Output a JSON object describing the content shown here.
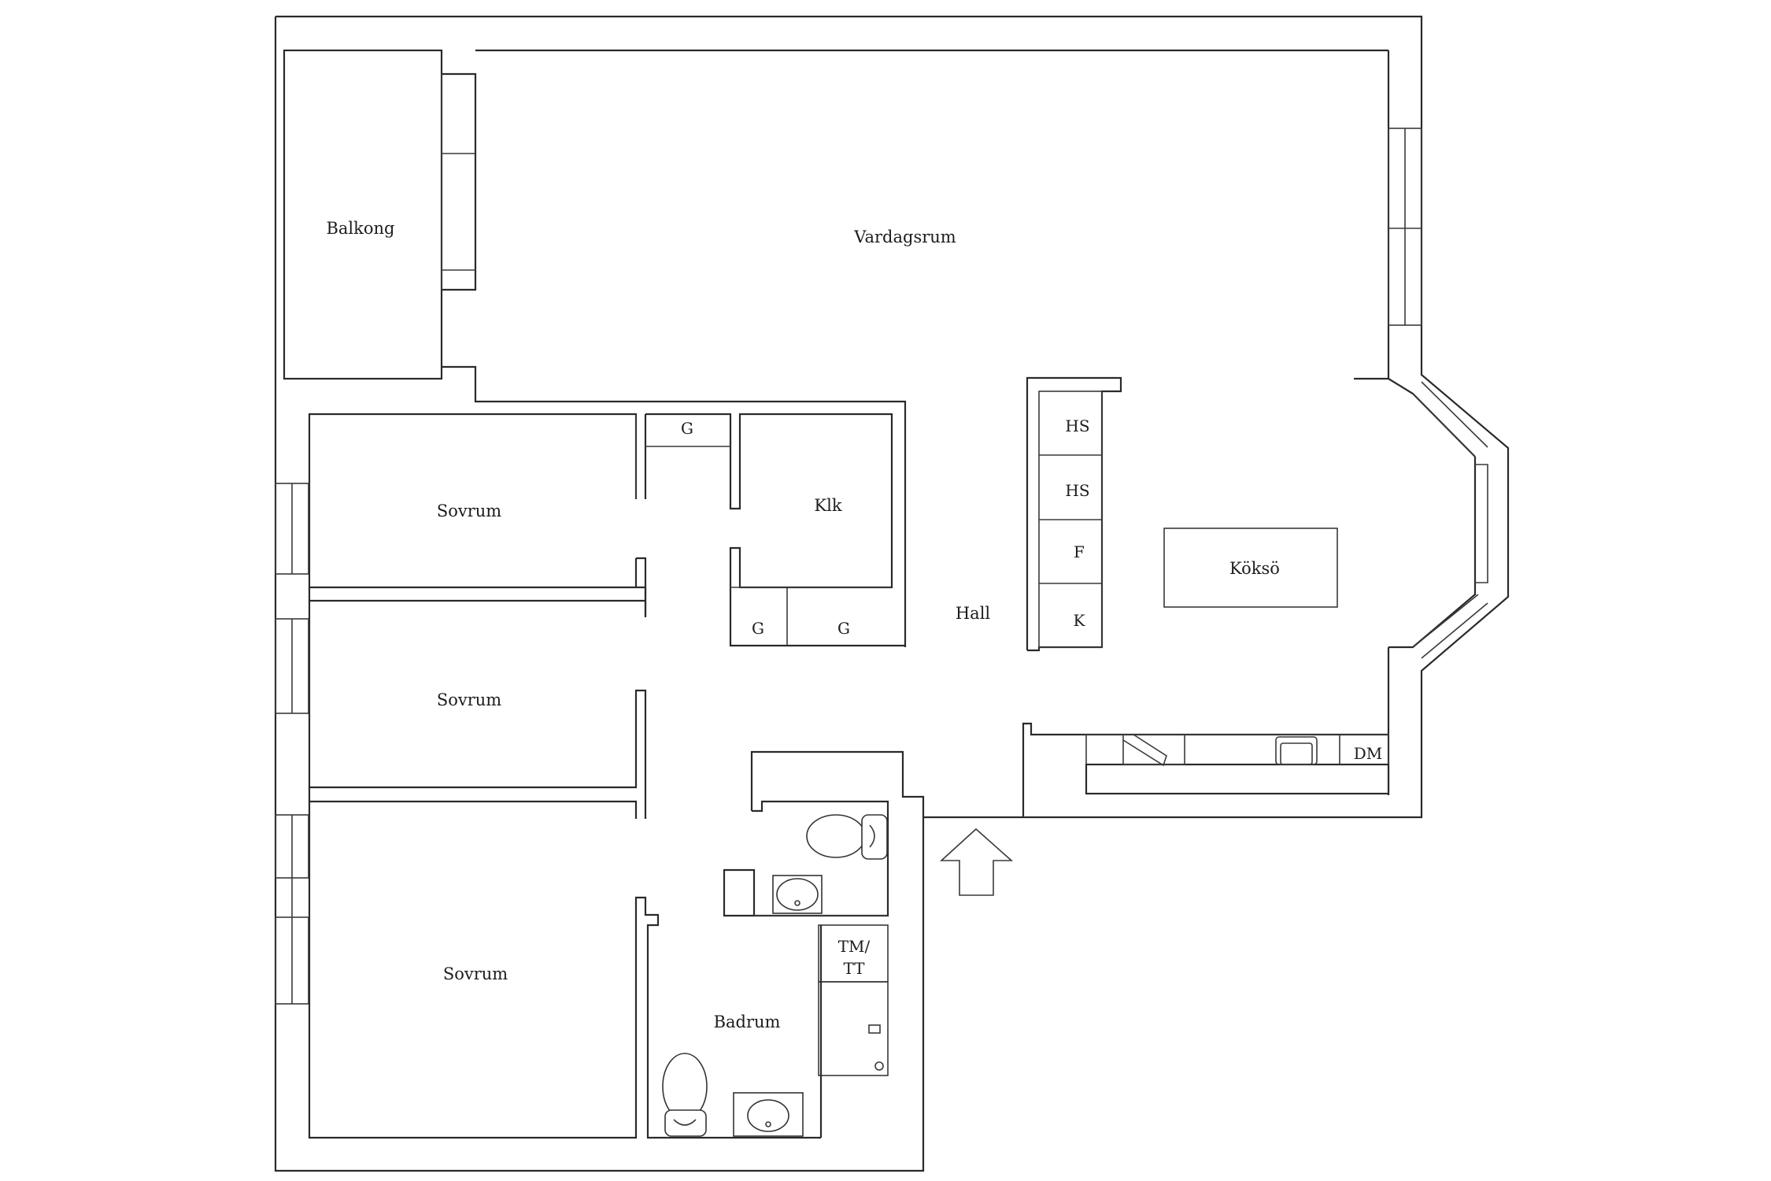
{
  "rooms": {
    "balkong": "Balkong",
    "vardagsrum": "Vardagsrum",
    "sovrum_1": "Sovrum",
    "sovrum_2": "Sovrum",
    "sovrum_3": "Sovrum",
    "klk": "Klk",
    "hall": "Hall",
    "badrum": "Badrum",
    "koksö": "Köksö"
  },
  "labels": {
    "garderob_hall": "G",
    "garderob_klk_1": "G",
    "garderob_klk_2": "G",
    "hogskap_1": "HS",
    "hogskap_2": "HS",
    "frys": "F",
    "kyl": "K",
    "diskmaskin": "DM",
    "tvattmaskin_1": "TM/",
    "tvattmaskin_2": "TT"
  },
  "entrance_icon": "arrow-up-icon"
}
